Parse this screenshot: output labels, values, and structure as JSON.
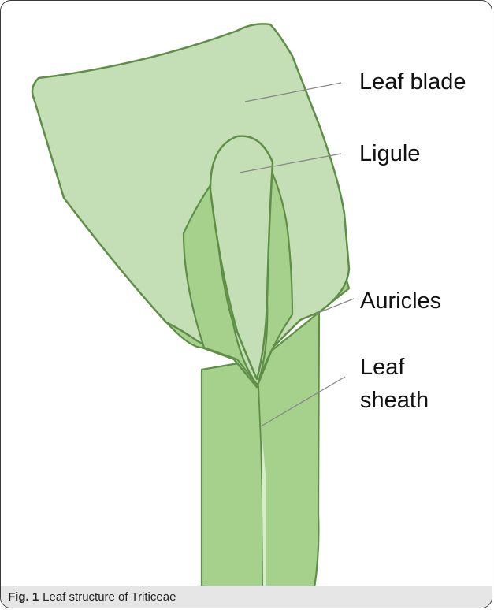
{
  "labels": {
    "leaf_blade": "Leaf blade",
    "ligule": "Ligule",
    "auricles": "Auricles",
    "leaf_sheath_line1": "Leaf",
    "leaf_sheath_line2": "sheath"
  },
  "caption": {
    "label": "Fig. 1",
    "text": "Leaf structure of Triticeae"
  },
  "colors": {
    "light_green": "#c4dfb5",
    "mid_green": "#a5d18c",
    "outline_green": "#5f8f47",
    "leader_line": "#888888",
    "caption_background": "#e6e6e6"
  }
}
